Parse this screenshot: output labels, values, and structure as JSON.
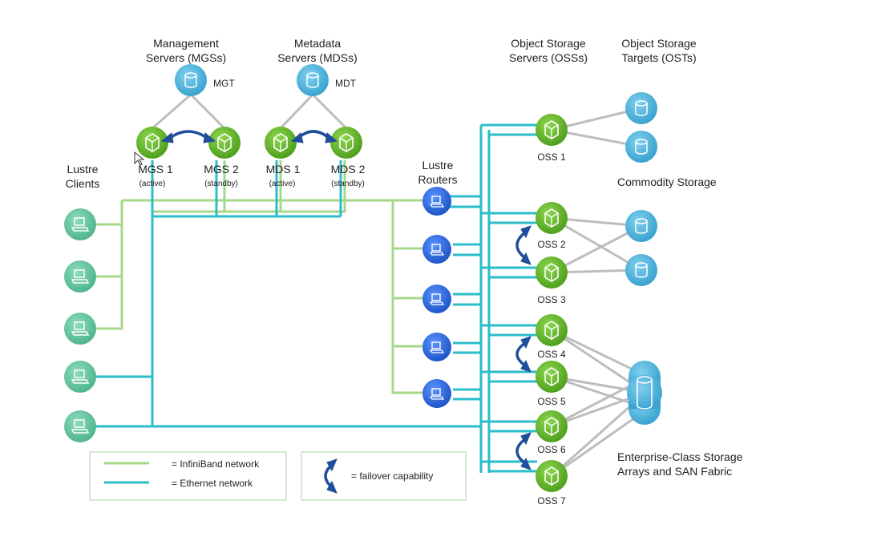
{
  "header_text": "",
  "groups": {
    "management_servers": [
      "Management",
      "Servers (MGSs)"
    ],
    "metadata_servers": [
      "Metadata",
      "Servers (MDSs)"
    ],
    "object_storage_servers": [
      "Object Storage",
      "Servers (OSSs)"
    ],
    "object_storage_targets": [
      "Object Storage",
      "Targets (OSTs)"
    ],
    "lustre_clients": [
      "Lustre",
      "Clients"
    ],
    "lustre_routers": [
      "Lustre",
      "Routers"
    ]
  },
  "targets": {
    "mgt": "MGT",
    "mdt": "MDT"
  },
  "servers": {
    "mgs1": {
      "name": "MGS 1",
      "state": "(active)"
    },
    "mgs2": {
      "name": "MGS 2",
      "state": "(standby)"
    },
    "mds1": {
      "name": "MDS 1",
      "state": "(active)"
    },
    "mds2": {
      "name": "MDS 2",
      "state": "(standby)"
    }
  },
  "oss": [
    "OSS 1",
    "OSS 2",
    "OSS 3",
    "OSS 4",
    "OSS 5",
    "OSS 6",
    "OSS 7"
  ],
  "storage": {
    "commodity": "Commodity Storage",
    "enterprise": [
      "Enterprise-Class Storage",
      "Arrays and SAN Fabric"
    ]
  },
  "legend": {
    "infiniband": "= InfiniBand network",
    "ethernet": "= Ethernet network",
    "failover": "= failover capability"
  },
  "colors": {
    "infiniband": "#a7d788",
    "ethernet": "#2bbdc8",
    "server": "#6cbf2e",
    "client": "#67c6a0",
    "router": "#2f6fe0",
    "storage": "#4cb3dc",
    "failover_arrow": "#1f4e9a"
  },
  "icons": {
    "server": "server-icon",
    "client": "laptop-icon",
    "router": "router-icon",
    "storage": "storage-cylinder-icon",
    "failover": "failover-arrow-icon"
  }
}
